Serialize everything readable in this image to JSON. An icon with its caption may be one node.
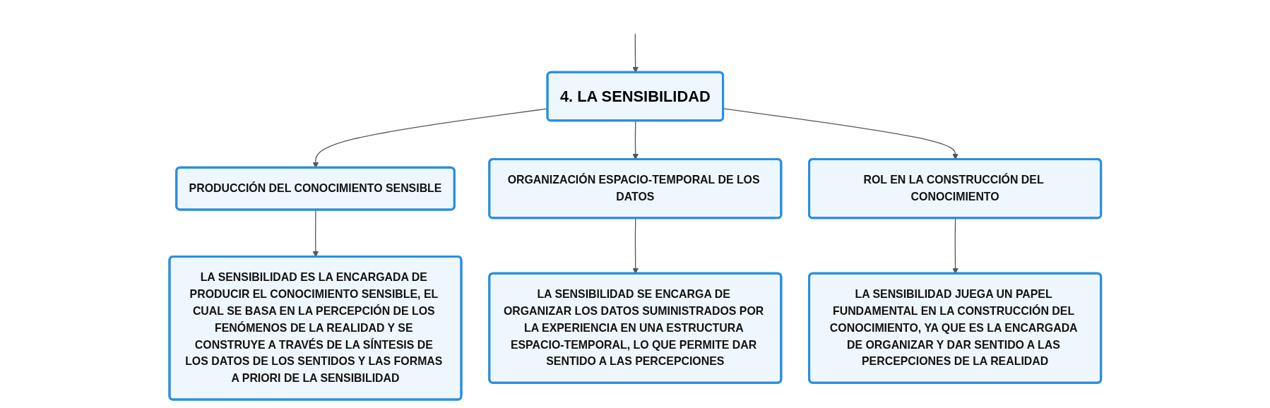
{
  "diagram": {
    "nodes": [
      {
        "text": [
          "4. LA SENSIBILIDAD"
        ]
      },
      {
        "text": [
          "PRODUCCIÓN DEL CONOCIMIENTO SENSIBLE"
        ]
      },
      {
        "text": [
          "ORGANIZACIÓN ESPACIO-TEMPORAL DE LOS DATOS"
        ]
      },
      {
        "text": [
          "ROL EN LA CONSTRUCCIÓN DEL CONOCIMIENTO"
        ]
      },
      {
        "text": [
          "LA SENSIBILIDAD ES LA ENCARGADA DE PRODUCIR EL CONOCIMIENTO SENSIBLE, EL CUAL SE BASA EN LA PERCEPCIÓN DE LOS FENÓMENOS DE LA REALIDAD Y SE CONSTRUYE A TRAVÉS DE LA SÍNTESIS DE LOS DATOS DE LOS SENTIDOS Y LAS FORMAS A PRIORI DE LA SENSIBILIDAD"
        ]
      },
      {
        "text": [
          "LA SENSIBILIDAD SE ENCARGA DE ORGANIZAR LOS DATOS SUMINISTRADOS POR LA EXPERIENCIA EN UNA ESTRUCTURA ESPACIO-TEMPORAL, LO QUE PERMITE DAR SENTIDO A LAS PERCEPCIONES"
        ]
      },
      {
        "text": [
          "LA SENSIBILIDAD JUEGA UN PAPEL FUNDAMENTAL EN LA CONSTRUCCIÓN DEL CONOCIMIENTO, YA QUE ES LA ENCARGADA DE ORGANIZAR Y DAR SENTIDO A LAS PERCEPCIONES DE LA REALIDAD"
        ]
      }
    ],
    "edges": [
      {
        "from": null,
        "to": 0,
        "arrow": "to"
      },
      {
        "from": 0,
        "to": 1,
        "arrow": "to"
      },
      {
        "from": 0,
        "to": 2,
        "arrow": "to"
      },
      {
        "from": 0,
        "to": 3,
        "arrow": "to"
      },
      {
        "from": 1,
        "to": 4,
        "arrow": "to"
      },
      {
        "from": 2,
        "to": 5,
        "arrow": "to"
      },
      {
        "from": 3,
        "to": 6,
        "arrow": "to"
      }
    ]
  }
}
